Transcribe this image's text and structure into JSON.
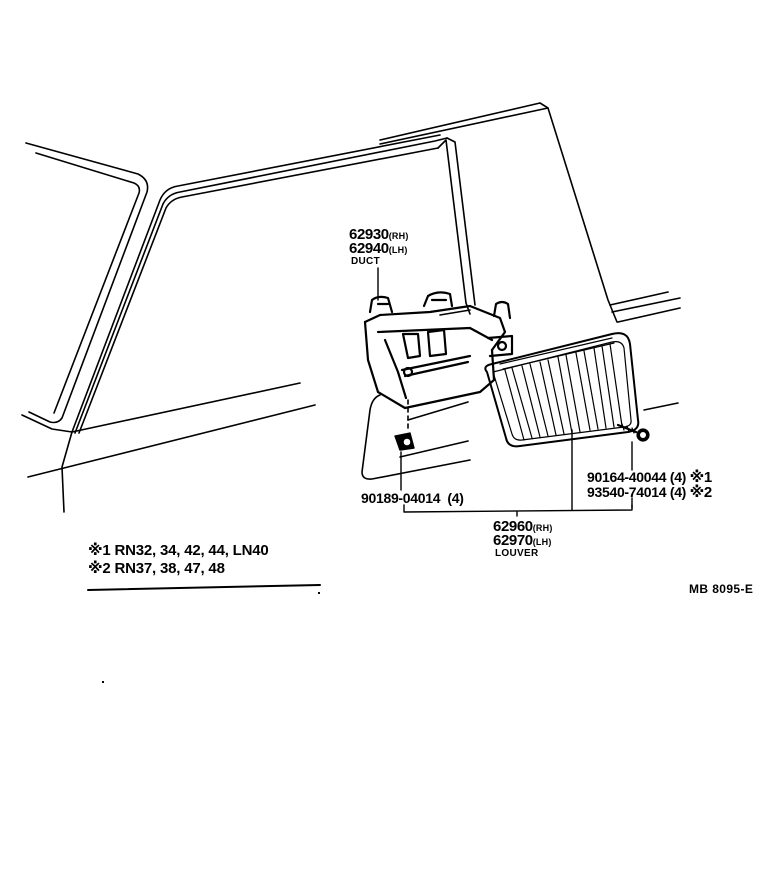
{
  "diagram": {
    "type": "exploded parts illustration",
    "colors": {
      "ink": "#000000",
      "paper": "#ffffff"
    },
    "parts": {
      "duct": {
        "rh_number": "62930",
        "rh_side": "(RH)",
        "lh_number": "62940",
        "lh_side": "(LH)",
        "name": "DUCT"
      },
      "louver": {
        "rh_number": "62960",
        "rh_side": "(RH)",
        "lh_number": "62970",
        "lh_side": "(LH)",
        "name": "LOUVER"
      },
      "nut": {
        "number": "90189-04014",
        "qty": "(4)"
      },
      "screw_1": {
        "number": "90164-40044",
        "qty": "(4)",
        "mark": "※1"
      },
      "screw_2": {
        "number": "93540-74014",
        "qty": "(4)",
        "mark": "※2"
      }
    },
    "notes": [
      {
        "mark": "※1",
        "text": "RN32, 34, 42, 44, LN40"
      },
      {
        "mark": "※2",
        "text": "RN37, 38, 47, 48"
      }
    ],
    "figure_id": "MB 8095-E"
  }
}
